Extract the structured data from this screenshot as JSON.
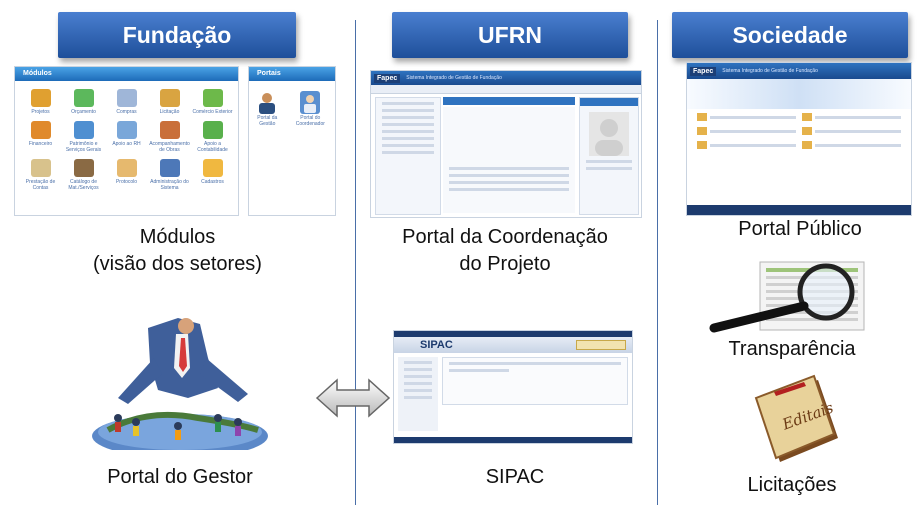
{
  "columns": [
    {
      "header": "Fundação"
    },
    {
      "header": "UFRN"
    },
    {
      "header": "Sociedade"
    }
  ],
  "fundacao": {
    "modulos_panel_title": "Módulos",
    "portais_panel_title": "Portais",
    "modules": [
      {
        "label": "Projetos",
        "color": "#e0a030"
      },
      {
        "label": "Orçamento",
        "color": "#5cb85c"
      },
      {
        "label": "Compras",
        "color": "#9fb6d8"
      },
      {
        "label": "Licitação",
        "color": "#d9a441"
      },
      {
        "label": "Comércio Exterior",
        "color": "#6db94a"
      },
      {
        "label": "Financeiro",
        "color": "#e08a2c"
      },
      {
        "label": "Patrimônio e Serviços Gerais",
        "color": "#4f8fd1"
      },
      {
        "label": "Apoio ao RH",
        "color": "#7aa7d9"
      },
      {
        "label": "Acompanhamento de Obras",
        "color": "#c96f3a"
      },
      {
        "label": "Apoio a Contabilidade",
        "color": "#59b04c"
      },
      {
        "label": "Prestação de Contas",
        "color": "#d8c28c"
      },
      {
        "label": "Catálogo de Mat./Serviços",
        "color": "#8a6a44"
      },
      {
        "label": "Protocolo",
        "color": "#e6b96e"
      },
      {
        "label": "Administração do Sistema",
        "color": "#4d78b8"
      },
      {
        "label": "Cadastros",
        "color": "#f0b840"
      }
    ],
    "portais": [
      {
        "label": "Portal da Gestão"
      },
      {
        "label": "Portal do Coordenador"
      }
    ],
    "caption_modulos_line1": "Módulos",
    "caption_modulos_line2": "(visão dos setores)",
    "caption_gestor": "Portal do Gestor"
  },
  "ufrn": {
    "coord_logo": "Fapec",
    "coord_app_title": "Sistema Integrado de Gestão de Fundação",
    "caption_coord_line1": "Portal da Coordenação",
    "caption_coord_line2": "do Projeto",
    "sipac_title": "SIPAC",
    "caption_sipac": "SIPAC"
  },
  "sociedade": {
    "portal_logo": "Fapec",
    "portal_app_title": "Sistema Integrado de Gestão de Fundação",
    "caption_portal": "Portal Público",
    "caption_transparencia": "Transparência",
    "editais_text": "Editais",
    "caption_licitacoes": "Licitações"
  },
  "colors": {
    "header_top": "#4a7fd0",
    "header_bottom": "#1e4f9a",
    "divider": "#4a6fa8"
  }
}
